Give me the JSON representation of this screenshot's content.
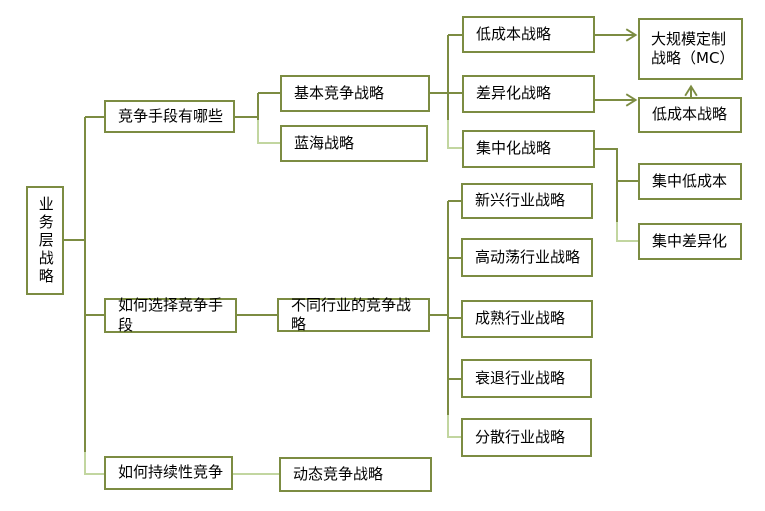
{
  "title": "业务层战略思维导图",
  "colors": {
    "line": "#7c8c42",
    "line_light": "#c2d6a0",
    "box_border": "#7c8c42",
    "box_fill": "#ffffff",
    "text": "#000000",
    "background": "#ffffff"
  },
  "nodes": {
    "root": "业务层战略",
    "competition_means": "竞争手段有哪些",
    "choose_means": "如何选择竞争手段",
    "sustain_competition": "如何持续性竞争",
    "basic_competitive": "基本竞争战略",
    "blue_ocean": "蓝海战略",
    "industry_specific": "不同行业的竞争战略",
    "dynamic_competition": "动态竞争战略",
    "low_cost": "低成本战略",
    "differentiation": "差异化战略",
    "focus": "集中化战略",
    "emerging_industry": "新兴行业战略",
    "turbulent_industry": "高动荡行业战略",
    "mature_industry": "成熟行业战略",
    "declining_industry": "衰退行业战略",
    "fragmented_industry": "分散行业战略",
    "mass_customization": "大规模定制战略（MC）",
    "low_cost_right": "低成本战略",
    "focused_low_cost": "集中低成本",
    "focused_differentiation": "集中差异化"
  },
  "connections": {
    "tree_edges": [
      {
        "from": "root",
        "to": "competition_means"
      },
      {
        "from": "root",
        "to": "choose_means"
      },
      {
        "from": "root",
        "to": "sustain_competition"
      },
      {
        "from": "competition_means",
        "to": "basic_competitive"
      },
      {
        "from": "competition_means",
        "to": "blue_ocean"
      },
      {
        "from": "basic_competitive",
        "to": "low_cost"
      },
      {
        "from": "basic_competitive",
        "to": "differentiation"
      },
      {
        "from": "basic_competitive",
        "to": "focus"
      },
      {
        "from": "focus",
        "to": "focused_low_cost"
      },
      {
        "from": "focus",
        "to": "focused_differentiation"
      },
      {
        "from": "choose_means",
        "to": "industry_specific"
      },
      {
        "from": "industry_specific",
        "to": "emerging_industry"
      },
      {
        "from": "industry_specific",
        "to": "turbulent_industry"
      },
      {
        "from": "industry_specific",
        "to": "mature_industry"
      },
      {
        "from": "industry_specific",
        "to": "declining_industry"
      },
      {
        "from": "industry_specific",
        "to": "fragmented_industry"
      },
      {
        "from": "sustain_competition",
        "to": "dynamic_competition"
      }
    ],
    "arrow_edges": [
      {
        "from": "low_cost",
        "to": "mass_customization"
      },
      {
        "from": "differentiation",
        "to": "low_cost_right"
      },
      {
        "from": "low_cost_right",
        "to": "mass_customization"
      }
    ]
  }
}
